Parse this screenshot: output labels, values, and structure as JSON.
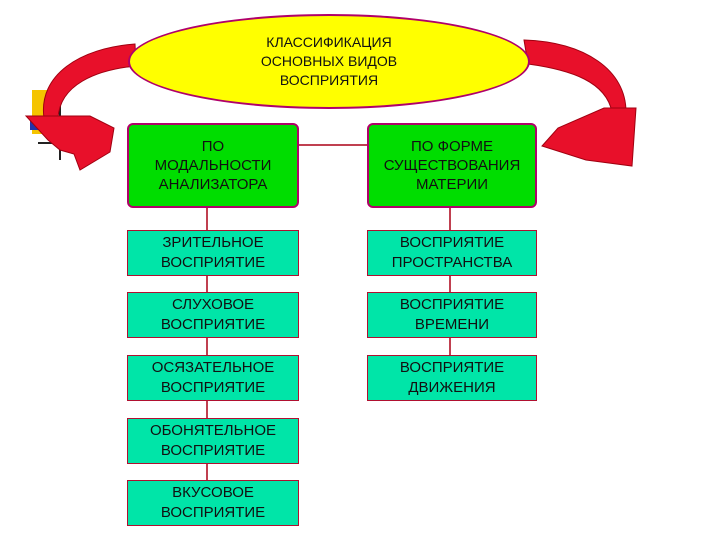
{
  "title": "КЛАССИФИКАЦИЯ\nОСНОВНЫХ ВИДОВ\nВОСПРИЯТИЯ",
  "left_category": "ПО\nМОДАЛЬНОСТИ\nАНАЛИЗАТОРА",
  "right_category": "ПО ФОРМЕ\nСУЩЕСТВОВАНИЯ\nМАТЕРИИ",
  "left_items": [
    "ЗРИТЕЛЬНОЕ\nВОСПРИЯТИЕ",
    "СЛУХОВОЕ\nВОСПРИЯТИЕ",
    "ОСЯЗАТЕЛЬНОЕ\nВОСПРИЯТИЕ",
    "ОБОНЯТЕЛЬНОЕ\nВОСПРИЯТИЕ",
    "ВКУСОВОЕ\nВОСПРИЯТИЕ"
  ],
  "right_items": [
    "ВОСПРИЯТИЕ\nПРОСТРАНСТВА",
    "ВОСПРИЯТИЕ\nВРЕМЕНИ",
    "ВОСПРИЯТИЕ\nДВИЖЕНИЯ"
  ],
  "colors": {
    "title_fill": "#ffff00",
    "category_fill": "#00dd00",
    "item_fill": "#00e5a8",
    "border": "#b0006a",
    "arrow": "#e8102a"
  }
}
